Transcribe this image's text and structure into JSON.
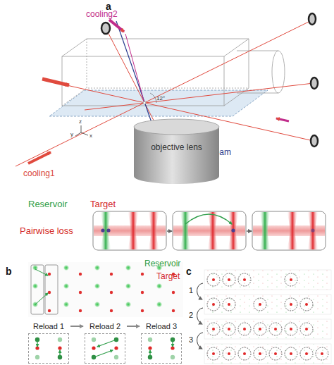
{
  "diagram": {
    "nodes": [
      {
        "text": [
          "objective lens"
        ]
      },
      {
        "text": [
          "Reload 1"
        ]
      },
      {
        "text": [
          "Reload 2"
        ]
      },
      {
        "text": [
          "Reload 3"
        ]
      }
    ],
    "edges": [
      {
        "from": 1,
        "to": 2,
        "arrow": "to"
      },
      {
        "from": 2,
        "to": 3,
        "arrow": "to"
      }
    ],
    "labels": [
      "a",
      "cooling2",
      "image beam",
      "cooling1",
      "12°",
      "z",
      "y",
      "x",
      "Reservoir",
      "Target",
      "Pairwise loss",
      "b",
      "Reservoir",
      "Target",
      "c",
      "1",
      "2",
      "3"
    ]
  }
}
